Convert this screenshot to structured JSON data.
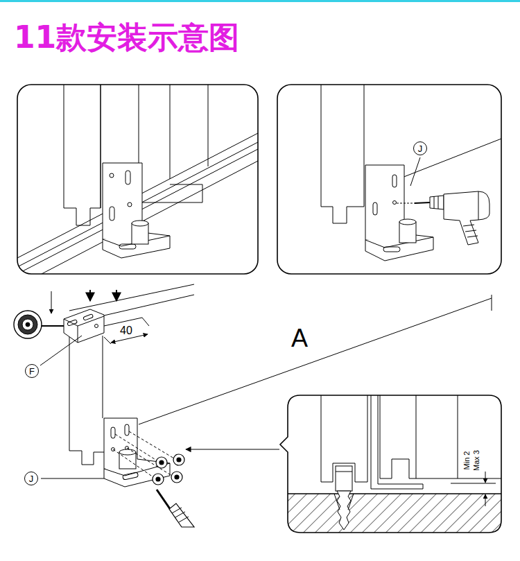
{
  "diagram": {
    "title": "11款安装示意图",
    "nodes": [
      {
        "text": [
          "J"
        ]
      },
      {
        "text": [
          "F"
        ]
      },
      {
        "text": [
          "J"
        ]
      }
    ],
    "labels": [
      "40",
      "A",
      "Min 2",
      "Max 3"
    ]
  }
}
